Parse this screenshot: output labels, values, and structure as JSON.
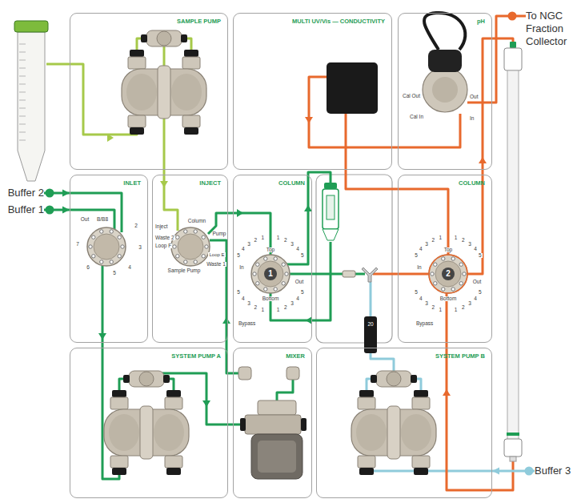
{
  "diagram": {
    "nodes": [
      {
        "text": [
          "SAMPLE PUMP"
        ]
      },
      {
        "text": [
          "MULTI UV/Vis — CONDUCTIVITY"
        ]
      },
      {
        "text": [
          "pH"
        ]
      },
      {
        "text": [
          "To NGC Fraction Collector"
        ]
      },
      {
        "text": [
          "Buffer 2"
        ]
      },
      {
        "text": [
          "Buffer 1"
        ]
      },
      {
        "text": [
          "INLET"
        ]
      },
      {
        "text": [
          "INJECT"
        ]
      },
      {
        "text": [
          "COLUMN"
        ]
      },
      {
        "text": [
          "COLUMN"
        ]
      },
      {
        "text": [
          "SYSTEM PUMP A"
        ]
      },
      {
        "text": [
          "MIXER"
        ]
      },
      {
        "text": [
          "SYSTEM PUMP B"
        ]
      },
      {
        "text": [
          "Buffer 3"
        ]
      }
    ],
    "edges": [
      {
        "from": 4,
        "to": 6,
        "arrow": "to"
      },
      {
        "from": 5,
        "to": 6,
        "arrow": "to"
      },
      {
        "from": 2,
        "to": 3,
        "arrow": "none"
      },
      {
        "from": 13,
        "to": 12,
        "arrow": "to"
      }
    ],
    "labels": [
      "Out",
      "B/B8",
      "2",
      "3",
      "4",
      "5",
      "6",
      "7",
      "Column",
      "Pump",
      "Inject",
      "Waste 2",
      "Loop F",
      "Sample Pump",
      "Waste 1",
      "Loop E",
      "Top",
      "Bottom",
      "In",
      "Out",
      "Bypass",
      "1",
      "5",
      "4",
      "3",
      "2",
      "1",
      "1",
      "2",
      "3",
      "4",
      "5",
      "5",
      "4",
      "3",
      "2",
      "1",
      "1",
      "2",
      "3",
      "4",
      "5",
      "Top",
      "Bottom",
      "In",
      "Out",
      "Bypass",
      "2",
      "5",
      "4",
      "3",
      "2",
      "1",
      "1",
      "2",
      "3",
      "4",
      "5",
      "5",
      "4",
      "3",
      "2",
      "1",
      "1",
      "2",
      "3",
      "4",
      "5",
      "Cal Out",
      "Cal In",
      "Out",
      "In",
      "20"
    ]
  }
}
